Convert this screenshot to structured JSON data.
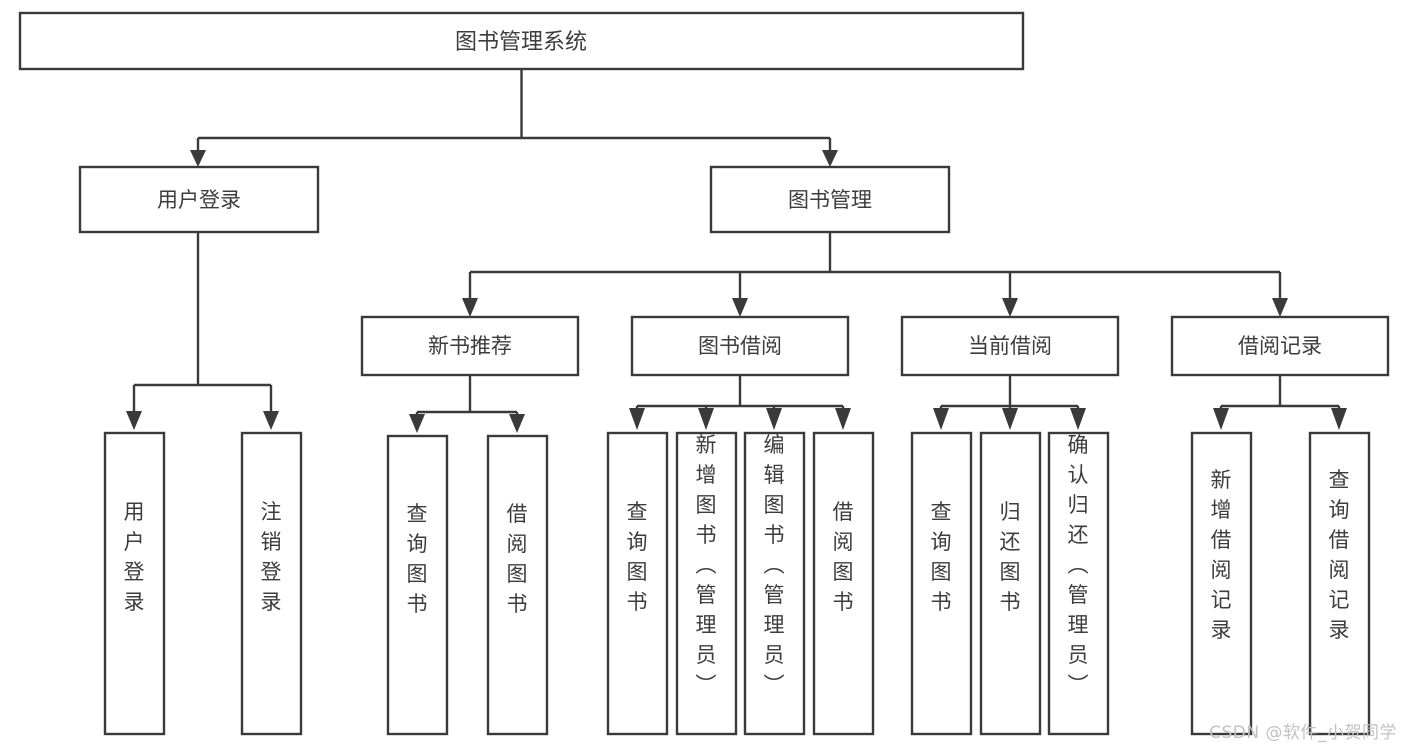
{
  "diagram": {
    "type": "tree-hierarchy",
    "title": "图书管理系统",
    "watermark": "CSDN @软件_小贺同学",
    "colors": {
      "stroke": "#3a3a3a",
      "text": "#3d3d3d",
      "background": "#ffffff",
      "watermark": "#c2c2c2"
    },
    "root": {
      "label": "图书管理系统"
    },
    "level2": [
      {
        "label": "用户登录"
      },
      {
        "label": "图书管理"
      }
    ],
    "level3": [
      {
        "label": "新书推荐"
      },
      {
        "label": "图书借阅"
      },
      {
        "label": "当前借阅"
      },
      {
        "label": "借阅记录"
      }
    ],
    "leaves": {
      "user_login": [
        {
          "label": "用户登录"
        },
        {
          "label": "注销登录"
        }
      ],
      "new_book_recommend": [
        {
          "label": "查询图书"
        },
        {
          "label": "借阅图书"
        }
      ],
      "book_borrow": [
        {
          "label": "查询图书"
        },
        {
          "label": "新增图书（管理员）"
        },
        {
          "label": "编辑图书（管理员）"
        },
        {
          "label": "借阅图书"
        }
      ],
      "current_borrow": [
        {
          "label": "查询图书"
        },
        {
          "label": "归还图书"
        },
        {
          "label": "确认归还（管理员）"
        }
      ],
      "borrow_record": [
        {
          "label": "新增借阅记录"
        },
        {
          "label": "查询借阅记录"
        }
      ]
    }
  }
}
